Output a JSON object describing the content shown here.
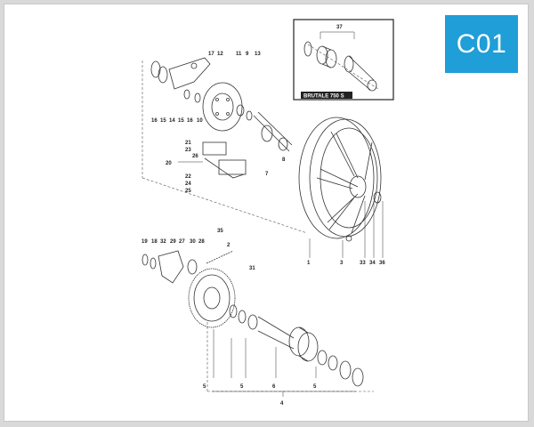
{
  "badge": {
    "code": "C01",
    "color": "#1f9ed8"
  },
  "inset": {
    "title": "BRUTALE 750 S",
    "part_number": "37"
  },
  "labels": {
    "l1": "1",
    "l2": "2",
    "l3": "3",
    "l4": "4",
    "l5a": "5",
    "l5b": "5",
    "l5c": "5",
    "l6": "6",
    "l7": "7",
    "l8": "8",
    "l9": "9",
    "l10": "10",
    "l11": "11",
    "l12": "12",
    "l13": "13",
    "l14": "14",
    "l15a": "15",
    "l15b": "15",
    "l16a": "16",
    "l16b": "16",
    "l17": "17",
    "l18": "18",
    "l19": "19",
    "l20": "20",
    "l21": "21",
    "l22": "22",
    "l23": "23",
    "l24": "24",
    "l25": "25",
    "l26": "26",
    "l27": "27",
    "l28": "28",
    "l29": "29",
    "l30": "30",
    "l31": "31",
    "l32": "32",
    "l33": "33",
    "l34": "34",
    "l35": "35",
    "l36": "36"
  }
}
